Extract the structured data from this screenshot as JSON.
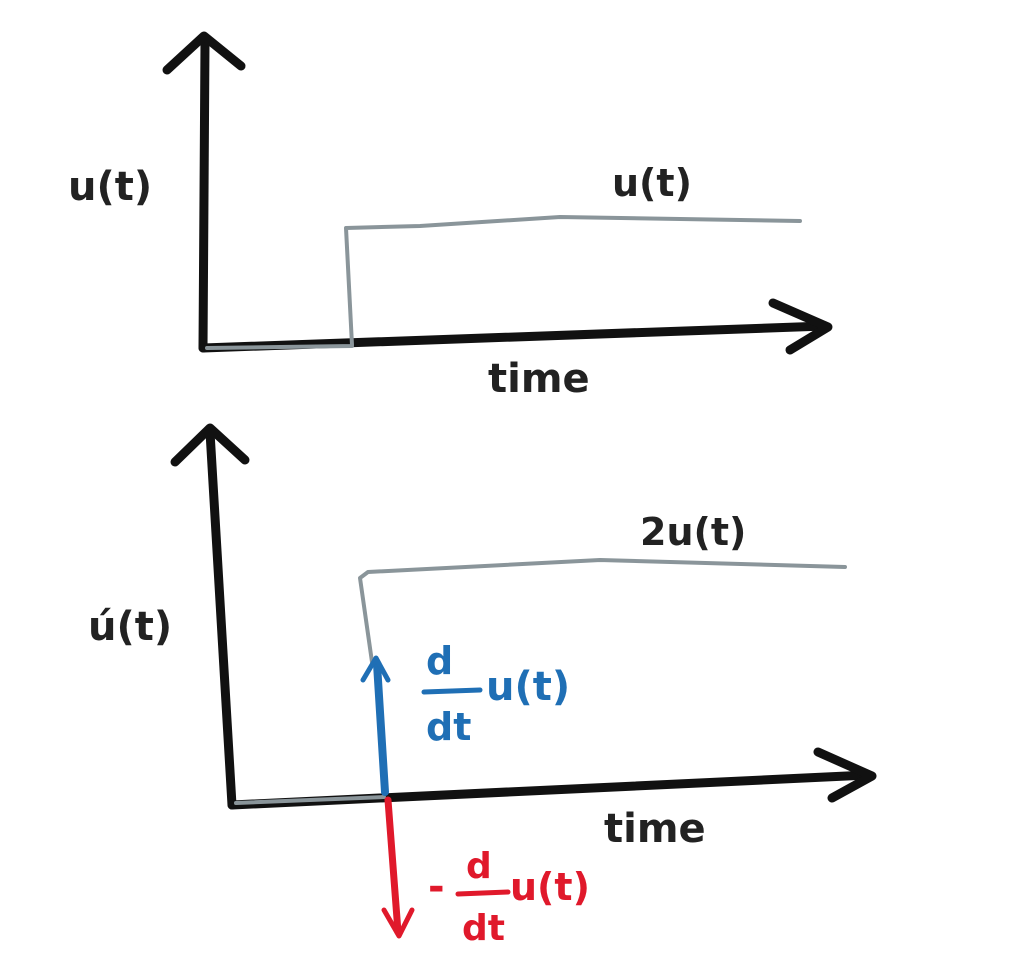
{
  "colors": {
    "axis": "#111111",
    "signal": "#8a959a",
    "positive_impulse": "#1f6fb5",
    "negative_impulse": "#e0192b",
    "label": "#222222"
  },
  "top_plot": {
    "y_label": "u(t)",
    "x_label": "time",
    "curve_label": "u(t)"
  },
  "bottom_plot": {
    "y_label": "ú(t)",
    "x_label": "time",
    "curve_label": "2u(t)",
    "positive_annotation": {
      "numerator": "d",
      "denominator": "dt",
      "expression": "u(t)"
    },
    "negative_annotation": {
      "sign": "-",
      "numerator": "d",
      "denominator": "dt",
      "expression": "u(t)"
    }
  }
}
